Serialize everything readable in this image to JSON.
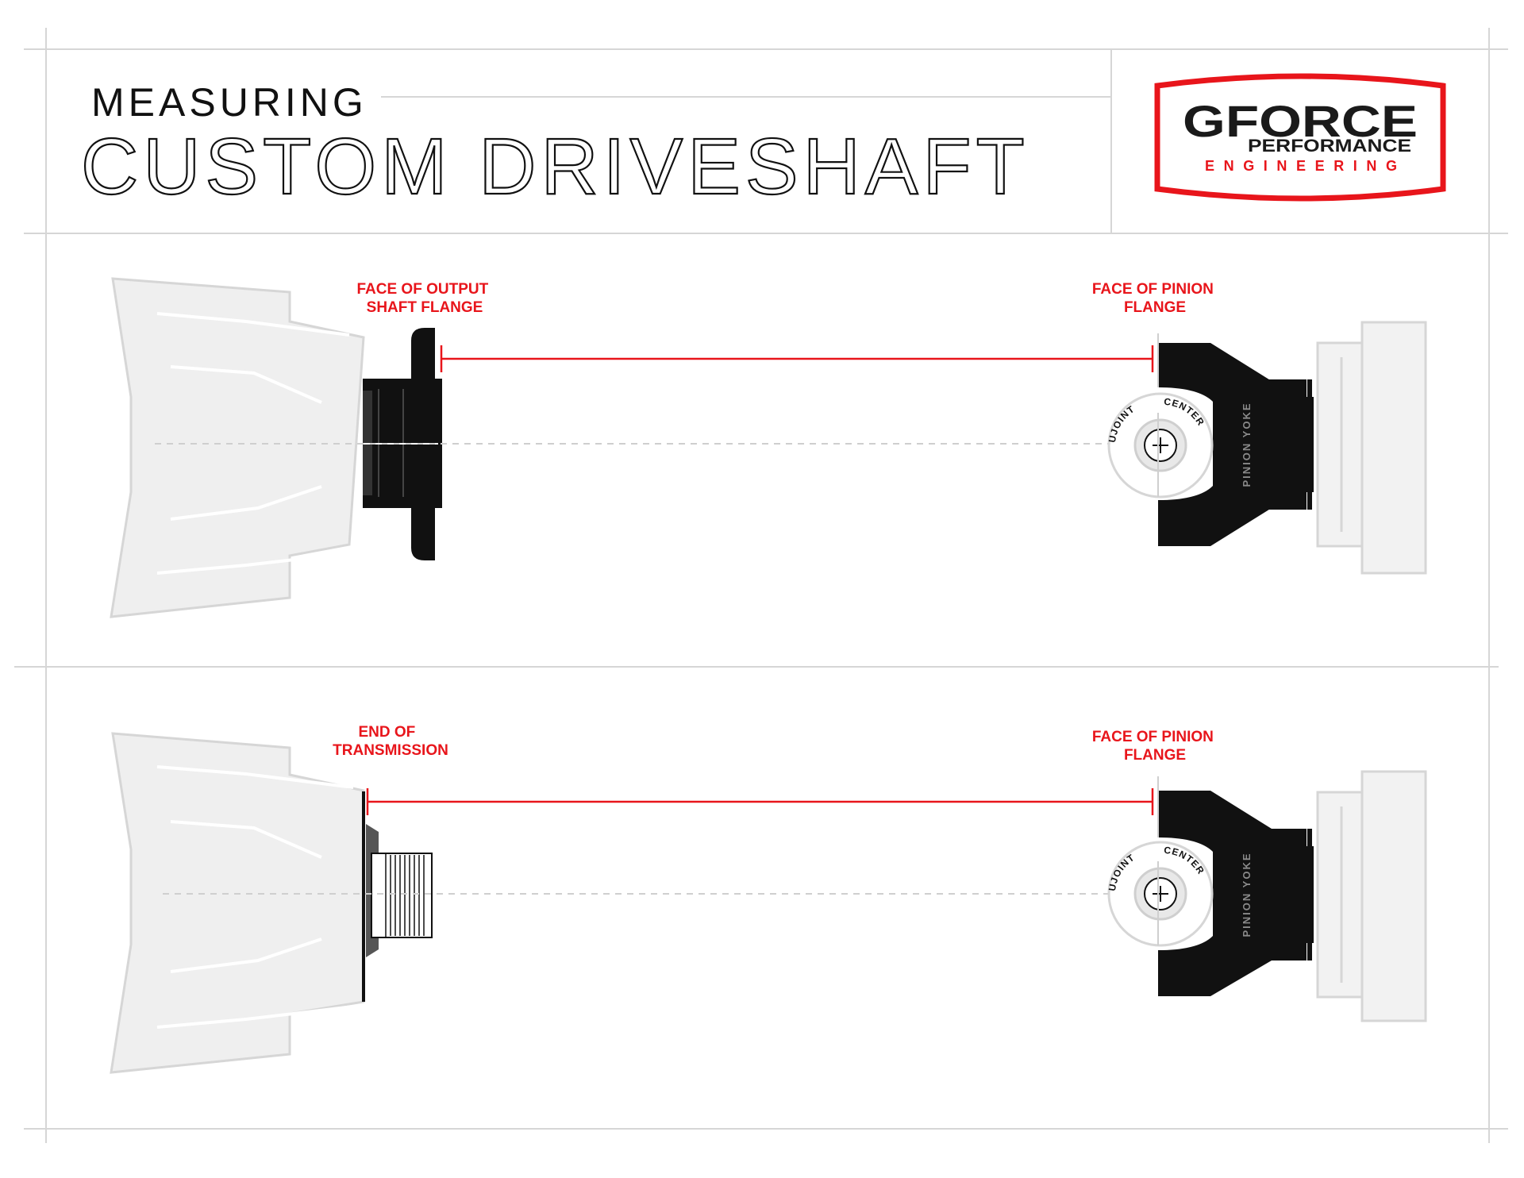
{
  "header": {
    "title_top": "MEASURING",
    "title_main": "CUSTOM DRIVESHAFT"
  },
  "logo": {
    "brand_line1": "GFORCE",
    "brand_line2": "PERFORMANCE",
    "brand_line3": "ENGINEERING",
    "colors": {
      "border": "#e8151b",
      "text": "#1a1a1a",
      "accent": "#e8151b"
    }
  },
  "panels": [
    {
      "left_label": [
        "FACE OF OUTPUT",
        "SHAFT FLANGE"
      ],
      "right_label": [
        "FACE OF PINION",
        "FLANGE"
      ],
      "ujoint_left": "UJOINT",
      "ujoint_right": "CENTER",
      "yoke_label": "PINION YOKE"
    },
    {
      "left_label": [
        "END OF",
        "TRANSMISSION"
      ],
      "right_label": [
        "FACE OF PINION",
        "FLANGE"
      ],
      "ujoint_left": "UJOINT",
      "ujoint_right": "CENTER",
      "yoke_label": "PINION YOKE"
    }
  ],
  "colors": {
    "measure_line": "#e8151b",
    "housing_fill": "#efefef",
    "housing_stroke": "#d6d6d6",
    "part_fill": "#111111",
    "frame_line": "#d6d6d6"
  }
}
